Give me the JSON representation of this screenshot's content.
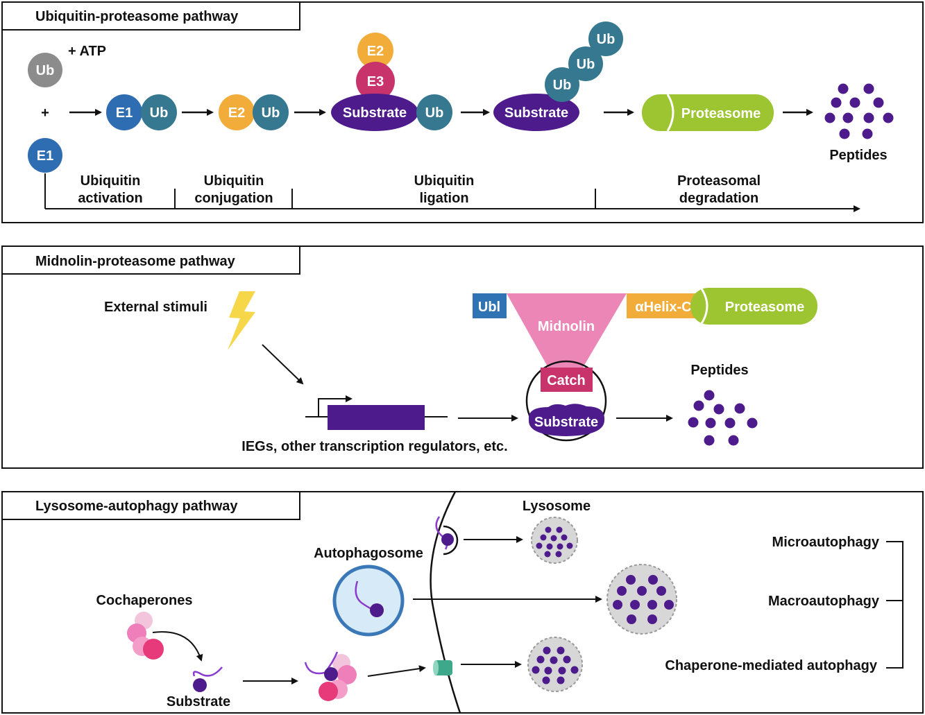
{
  "panels": {
    "ubiquitin": {
      "title": "Ubiquitin-proteasome pathway",
      "atp": "+ ATP",
      "plus": "+",
      "ub": "Ub",
      "e1": "E1",
      "e2": "E2",
      "e3": "E3",
      "substrate": "Substrate",
      "proteasome": "Proteasome",
      "peptides": "Peptides",
      "stages": [
        {
          "line1": "Ubiquitin",
          "line2": "activation"
        },
        {
          "line1": "Ubiquitin",
          "line2": "conjugation"
        },
        {
          "line1": "Ubiquitin",
          "line2": "ligation"
        },
        {
          "line1": "Proteasomal",
          "line2": "degradation"
        }
      ]
    },
    "midnolin": {
      "title": "Midnolin-proteasome pathway",
      "external_stimuli": "External stimuli",
      "genes": "IEGs, other transcription regulators, etc.",
      "ubl": "Ubl",
      "midnolin": "Midnolin",
      "ahelix": "αHelix-C",
      "proteasome": "Proteasome",
      "catch": "Catch",
      "substrate": "Substrate",
      "peptides": "Peptides"
    },
    "lysosome": {
      "title": "Lysosome-autophagy pathway",
      "lysosome": "Lysosome",
      "autophagosome": "Autophagosome",
      "cochaperones": "Cochaperones",
      "substrate": "Substrate",
      "micro": "Microautophagy",
      "macro": "Macroautophagy",
      "cma": "Chaperone-mediated autophagy"
    }
  },
  "colors": {
    "ub_gray": "#8c8c8c",
    "e1_blue": "#2f6db3",
    "ub_teal": "#35788f",
    "e2_orange": "#f2ac3a",
    "e3_magenta": "#c8336c",
    "substrate_purple": "#4d1b8c",
    "proteasome_green": "#9cc531",
    "midnolin_pink": "#ec86b6",
    "ubl_blue": "#2f73b5",
    "lysosome_gray": "#d7d7d7",
    "autophagosome_fill": "#d6ebf7",
    "autophagosome_ring": "#3a78b8",
    "bolt_yellow": "#f7d74a",
    "lamp_green": "#3ea88a"
  }
}
